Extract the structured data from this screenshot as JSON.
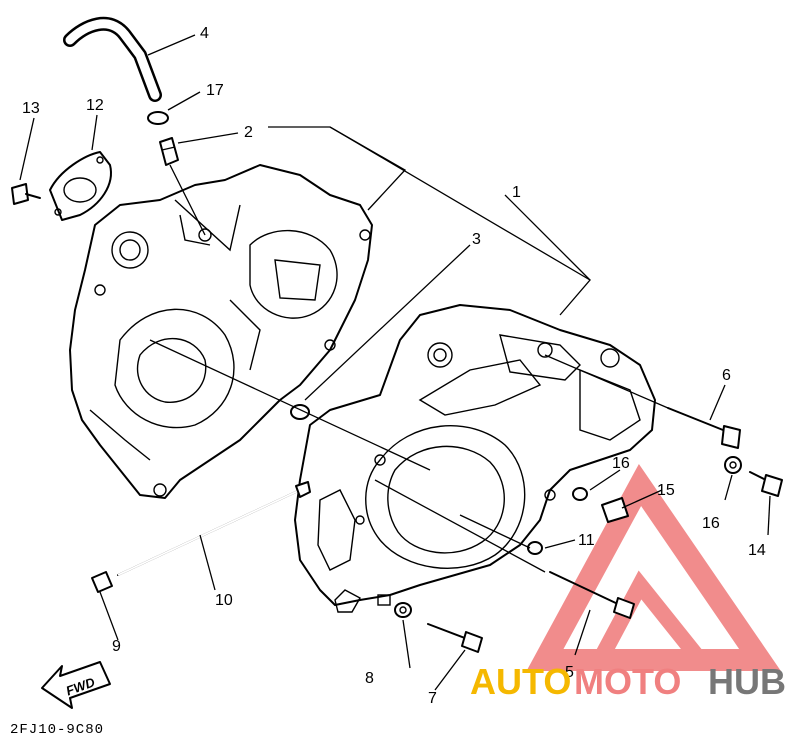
{
  "diagram": {
    "part_code": "2FJ10-9C80",
    "fwd_label": "FWD",
    "callouts": [
      {
        "id": "c1",
        "label": "1"
      },
      {
        "id": "c2",
        "label": "2"
      },
      {
        "id": "c3",
        "label": "3"
      },
      {
        "id": "c4",
        "label": "4"
      },
      {
        "id": "c5",
        "label": "5"
      },
      {
        "id": "c6",
        "label": "6"
      },
      {
        "id": "c7",
        "label": "7"
      },
      {
        "id": "c8",
        "label": "8"
      },
      {
        "id": "c9",
        "label": "9"
      },
      {
        "id": "c10",
        "label": "10"
      },
      {
        "id": "c11",
        "label": "11"
      },
      {
        "id": "c12",
        "label": "12"
      },
      {
        "id": "c13",
        "label": "13"
      },
      {
        "id": "c14",
        "label": "14"
      },
      {
        "id": "c15",
        "label": "15"
      },
      {
        "id": "c16a",
        "label": "16"
      },
      {
        "id": "c16b",
        "label": "16"
      },
      {
        "id": "c17",
        "label": "17"
      }
    ]
  },
  "watermark": {
    "text_part1": "AUTO",
    "text_part2": "MOTO",
    "text_part3": "HUB",
    "color_primary": "#f08080",
    "color_secondary": "#f5b800",
    "color_dark": "#777777"
  }
}
